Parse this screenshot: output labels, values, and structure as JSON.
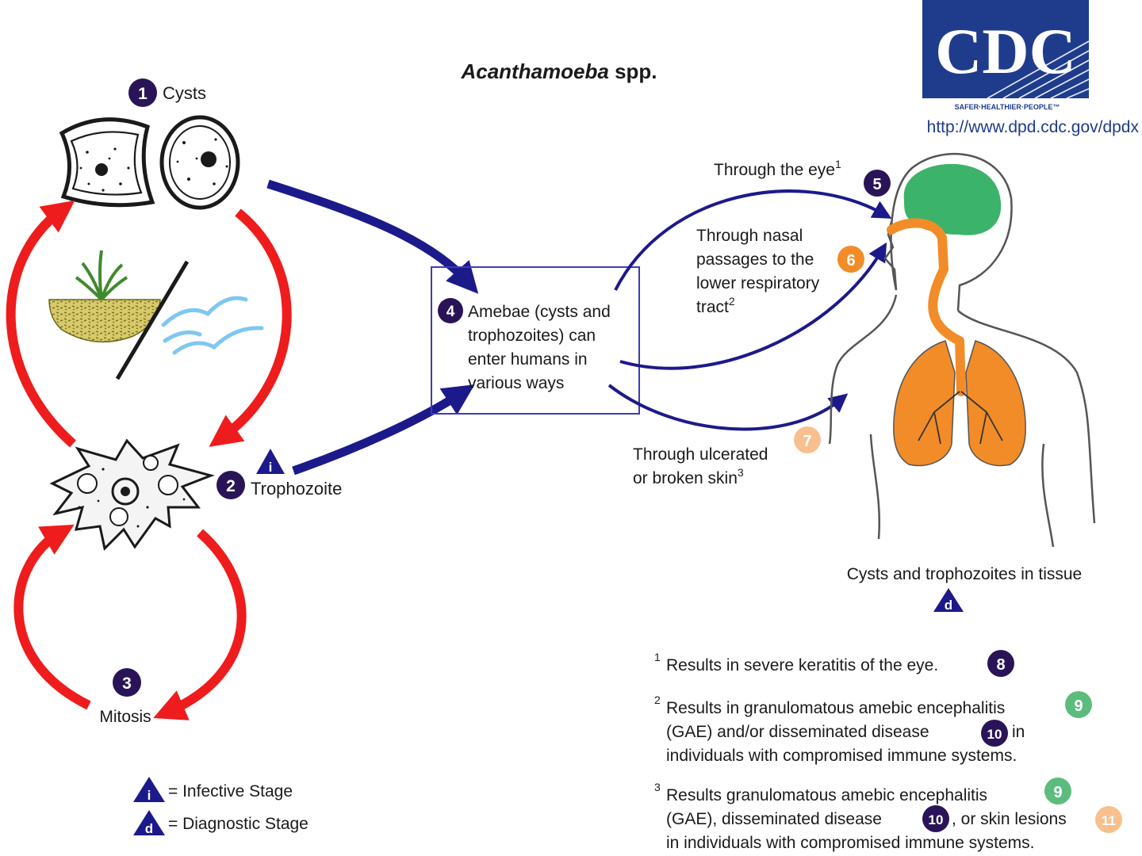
{
  "title": {
    "genus": "Acanthamoeba",
    "suffix": " spp."
  },
  "logo": {
    "text": "CDC",
    "tagline": "SAFER·HEALTHIER·PEOPLE™",
    "url": "http://www.dpd.cdc.gov/dpdx"
  },
  "stages": {
    "cysts": {
      "number": "1",
      "label": "Cysts"
    },
    "trophozoite": {
      "number": "2",
      "label": "Trophozoite",
      "stage_symbol": "i"
    },
    "mitosis": {
      "number": "3",
      "label": "Mitosis"
    },
    "entry": {
      "number": "4",
      "lines": [
        "Amebae (cysts and",
        "trophozoites) can",
        "enter humans in",
        "various ways"
      ]
    }
  },
  "routes": {
    "eye": {
      "number": "5",
      "label": "Through the eye",
      "superscript": "1"
    },
    "nasal": {
      "number": "6",
      "lines": [
        "Through nasal",
        "passages to the",
        "lower respiratory",
        "tract"
      ],
      "superscript": "2"
    },
    "skin": {
      "number": "7",
      "lines": [
        "Through ulcerated",
        "or broken skin"
      ],
      "superscript": "3"
    }
  },
  "tissue": {
    "label": "Cysts and trophozoites in tissue",
    "stage_symbol": "d"
  },
  "footnotes": [
    {
      "mark": "1",
      "lines": [
        "Results in severe keratitis of the eye."
      ],
      "badges": [
        "8"
      ]
    },
    {
      "mark": "2",
      "lines": [
        "Results in granulomatous amebic encephalitis",
        "(GAE) and/or disseminated disease",
        "in",
        "individuals with compromised immune systems."
      ],
      "badges": [
        "9",
        "10"
      ]
    },
    {
      "mark": "3",
      "lines": [
        "Results granulomatous amebic encephalitis",
        "(GAE), disseminated disease",
        ", or skin lesions",
        "in individuals with compromised immune systems."
      ],
      "badges": [
        "9",
        "10",
        "11"
      ]
    }
  ],
  "legend": [
    {
      "symbol": "i",
      "label": "= Infective Stage"
    },
    {
      "symbol": "d",
      "label": "= Diagnostic Stage"
    }
  ],
  "colors": {
    "navy": "#1c1a8a",
    "purple_badge": "#2a1458",
    "orange_badge": "#f28c28",
    "peach_badge": "#f8c08e",
    "green_badge": "#5cbc7e",
    "red_arrow": "#ee1c1c",
    "brain": "#3cb36a",
    "lungs": "#f28c28",
    "cdc_blue": "#1f3c8c"
  }
}
